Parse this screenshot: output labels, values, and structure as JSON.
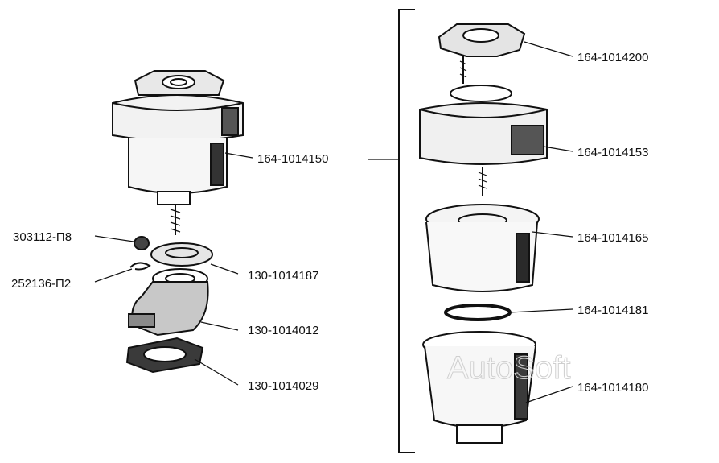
{
  "callouts": {
    "part_164_1014150": "164-1014150",
    "part_303112_p8": "303112-П8",
    "part_252136_p2": "252136-П2",
    "part_130_1014187": "130-1014187",
    "part_130_1014012": "130-1014012",
    "part_130_1014029": "130-1014029",
    "part_164_1014200": "164-1014200",
    "part_164_1014153": "164-1014153",
    "part_164_1014165": "164-1014165",
    "part_164_1014181": "164-1014181",
    "part_164_1014180": "164-1014180"
  },
  "watermark": "AutoSoft",
  "colors": {
    "ink": "#111111",
    "paper": "#ffffff",
    "watermark": "#cfcfcf"
  }
}
